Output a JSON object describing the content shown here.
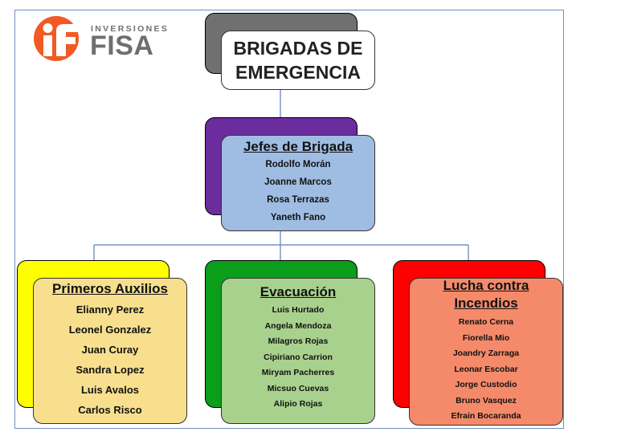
{
  "logo": {
    "brand_top": "INVERSIONES",
    "brand_main": "FISA",
    "accent": "#f15a22",
    "text_color": "#6f6f6f"
  },
  "title": {
    "line1": "BRIGADAS DE",
    "line2": "EMERGENCIA"
  },
  "jefes": {
    "title": "Jefes de Brigada",
    "members": [
      "Rodolfo Morán",
      "Joanne Marcos",
      "Rosa Terrazas",
      "Yaneth Fano"
    ],
    "shadow_color": "#6b2c9e",
    "card_color": "#9fbde3"
  },
  "primeros_auxilios": {
    "title": "Primeros Auxilios",
    "members": [
      "Elianny Perez",
      "Leonel Gonzalez",
      "Juan Curay",
      "Sandra Lopez",
      "Luis Avalos",
      "Carlos Risco"
    ],
    "shadow_color": "#ffff00",
    "card_color": "#f7df8e"
  },
  "evacuacion": {
    "title": "Evacuación",
    "members": [
      "Luis Hurtado",
      "Angela Mendoza",
      "Milagros Rojas",
      "Cipiriano Carrion",
      "Miryam Pacherres",
      "Micsuo Cuevas",
      "Alipio Rojas"
    ],
    "shadow_color": "#0a9e1a",
    "card_color": "#a9d18e"
  },
  "incendios": {
    "title_line1": "Lucha contra",
    "title_line2": "Incendios",
    "members": [
      "Renato Cerna",
      "Fiorella Mio",
      "Joandry Zarraga",
      "Leonar Escobar",
      "Jorge Custodio",
      "Bruno Vasquez",
      "Efrain Bocaranda"
    ],
    "shadow_color": "#ff0000",
    "card_color": "#f58a6a"
  },
  "connector_color": "#5b7fb8"
}
